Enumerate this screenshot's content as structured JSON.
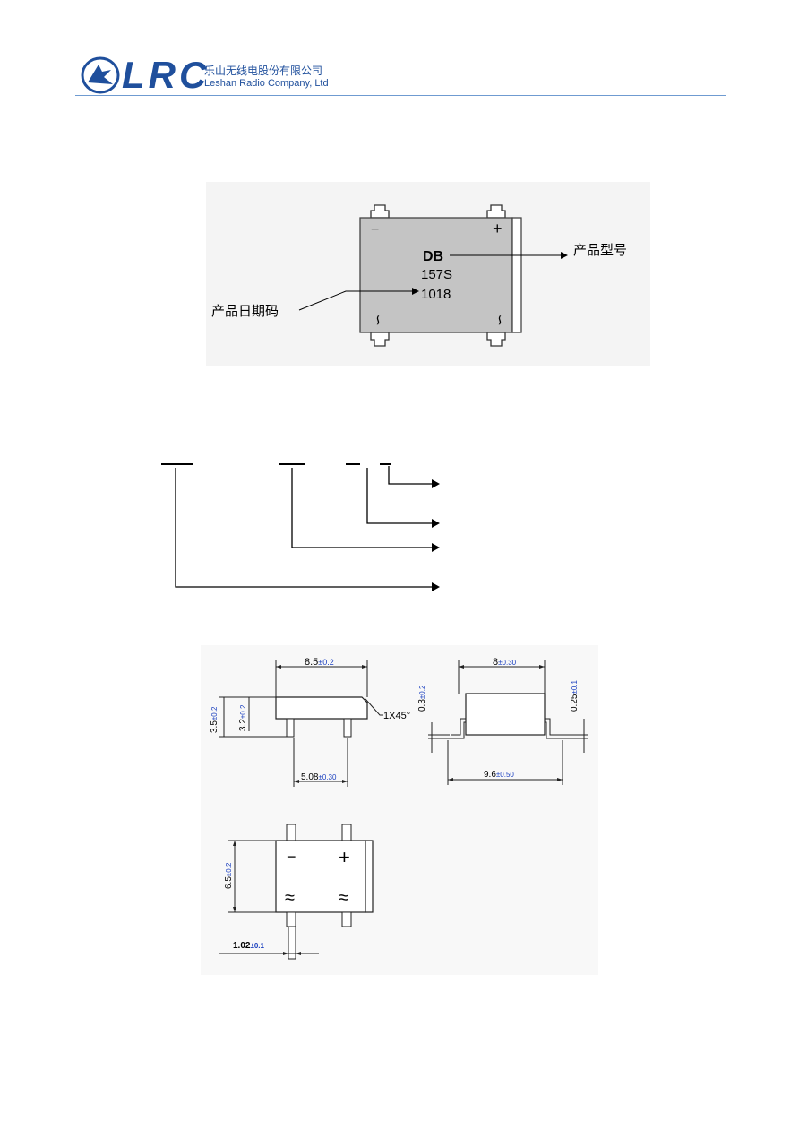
{
  "header": {
    "brand": "LRC",
    "company_cn": "乐山无线电股份有限公司",
    "company_en": "Leshan Radio Company, Ltd"
  },
  "marking": {
    "pin_minus": "−",
    "pin_plus": "+",
    "pin_ac_left": "∽",
    "pin_ac_right": "∽",
    "model_label": "DB",
    "model_line2": "157S",
    "date_code": "1018",
    "callout_model": "产品型号",
    "callout_date": "产品日期码"
  },
  "dimensions": {
    "body_length": "8.5",
    "body_length_tol": "±0.2",
    "chamfer": "1X45°",
    "total_height": "3.5",
    "total_height_tol": "±0.2",
    "body_height": "3.2",
    "body_height_tol": "±0.2",
    "pin_pitch": "5.08",
    "pin_pitch_tol": "±0.30",
    "side_length": "8",
    "side_length_tol": "±0.30",
    "lead_thickness": "0.3",
    "lead_thickness_tol": "±0.2",
    "standoff": "0.25",
    "standoff_tol": "±0.1",
    "span": "9.6",
    "span_tol": "±0.50",
    "body_width": "6.5",
    "body_width_tol": "±0.2",
    "lead_width": "1.02",
    "lead_width_tol": "±0.1",
    "top_minus": "−",
    "top_plus": "+",
    "top_ac_left": "≈",
    "top_ac_right": "≈"
  },
  "colors": {
    "brand_blue": "#1f4f9c",
    "dim_blue": "#1a3fbf",
    "body_gray": "#c4c4c4"
  }
}
